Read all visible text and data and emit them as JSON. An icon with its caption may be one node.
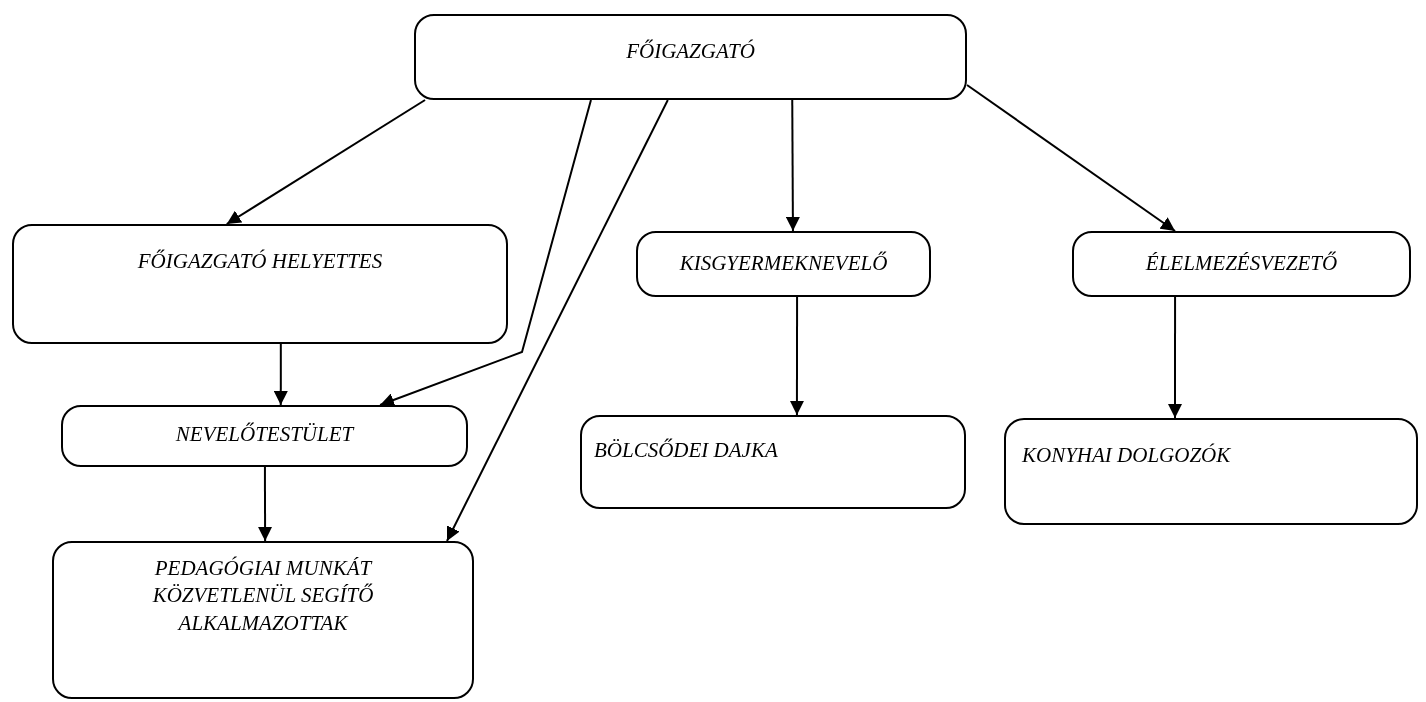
{
  "diagram": {
    "nodes": [
      {
        "text": [
          "FŐIGAZGATÓ"
        ]
      },
      {
        "text": [
          "FŐIGAZGATÓ HELYETTES"
        ]
      },
      {
        "text": [
          "KISGYERMEKNEVELŐ"
        ]
      },
      {
        "text": [
          "ÉLELMEZÉSVEZETŐ"
        ]
      },
      {
        "text": [
          "NEVELŐTESTÜLET"
        ]
      },
      {
        "text": [
          "BÖLCSŐDEI DAJKA"
        ]
      },
      {
        "text": [
          "KONYHAI DOLGOZÓK"
        ]
      },
      {
        "text": [
          "PEDAGÓGIAI MUNKÁT KÖZVETLENÜL SEGÍTŐ ALKALMAZOTTAK"
        ]
      }
    ],
    "edges": [
      {
        "from": 0,
        "to": 1,
        "arrow": "to"
      },
      {
        "from": 0,
        "to": 4,
        "arrow": "to"
      },
      {
        "from": 0,
        "to": 7,
        "arrow": "to"
      },
      {
        "from": 0,
        "to": 2,
        "arrow": "to"
      },
      {
        "from": 0,
        "to": 3,
        "arrow": "to"
      },
      {
        "from": 1,
        "to": 4,
        "arrow": "to"
      },
      {
        "from": 4,
        "to": 7,
        "arrow": "to"
      },
      {
        "from": 2,
        "to": 5,
        "arrow": "to"
      },
      {
        "from": 3,
        "to": 6,
        "arrow": "to"
      }
    ]
  }
}
